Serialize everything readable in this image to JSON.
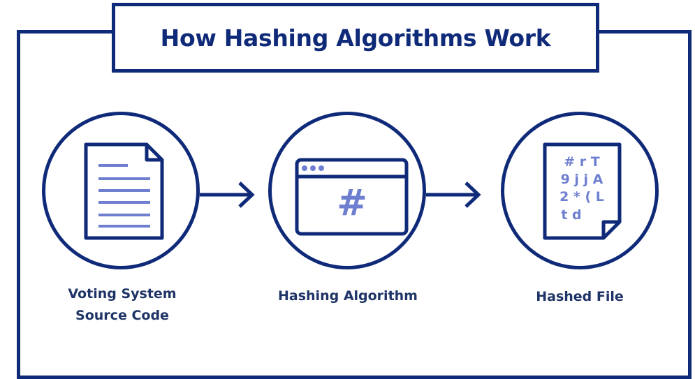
{
  "title": "How Hashing Algorithms Work",
  "steps": [
    {
      "label_lines": [
        "Voting System",
        "Source Code"
      ],
      "icon": "document-icon"
    },
    {
      "label_lines": [
        "Hashing Algorithm"
      ],
      "icon": "browser-hash-icon"
    },
    {
      "label_lines": [
        "Hashed File"
      ],
      "icon": "hashed-document-icon"
    }
  ],
  "hashed_file_glyphs": [
    "# r T",
    "9 j j A",
    "2 * ( L",
    "t d"
  ],
  "browser_symbol": "#",
  "colors": {
    "navy": "#0f2a78",
    "label_navy": "#1e3366",
    "accent_lavender": "#6f7fd0",
    "background": "#ffffff"
  }
}
